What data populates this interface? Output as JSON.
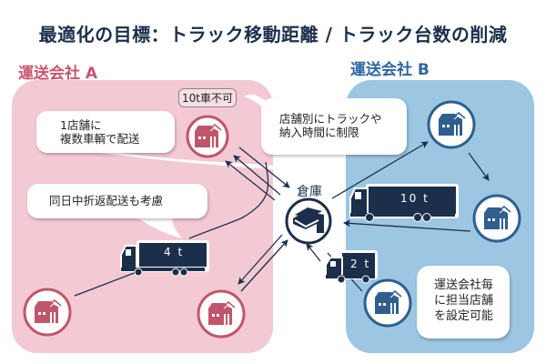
{
  "title": "最適化の目標：トラック移動距離 / トラック台数の削減",
  "companies": {
    "a": {
      "label": "運送会社 A",
      "color": "#c9566e",
      "panel_color": "#f3c9d4"
    },
    "b": {
      "label": "運送会社 B",
      "color": "#2e67a0",
      "panel_color": "#9cc6e2"
    }
  },
  "warehouse": {
    "label": "倉庫",
    "icon": "warehouse-icon"
  },
  "trucks": [
    {
      "id": "truck-4t",
      "label": "4 t",
      "company": "A"
    },
    {
      "id": "truck-10t",
      "label": "10 t",
      "company": "B"
    },
    {
      "id": "truck-2t",
      "label": "2 t",
      "company": "B"
    }
  ],
  "stores": {
    "a": [
      {
        "icon": "store-icon"
      },
      {
        "icon": "store-icon"
      },
      {
        "icon": "store-icon"
      }
    ],
    "b": [
      {
        "icon": "store-icon"
      },
      {
        "icon": "store-icon"
      },
      {
        "icon": "store-icon"
      }
    ]
  },
  "tags": {
    "no_10t": "10t車不可"
  },
  "bubbles": {
    "multi_vehicle": [
      "1店舗に",
      "複数車輌で配送"
    ],
    "same_day_return": [
      "同日中折返配送も考慮"
    ],
    "restriction": [
      "店舗別にトラックや",
      "納入時間に制限"
    ],
    "assignment": [
      "運送会社毎",
      "に担当店舗",
      "を設定可能"
    ]
  },
  "colors": {
    "navy": "#1c2f4a",
    "store_a": "#c0566b",
    "store_b": "#2e5f8f"
  }
}
